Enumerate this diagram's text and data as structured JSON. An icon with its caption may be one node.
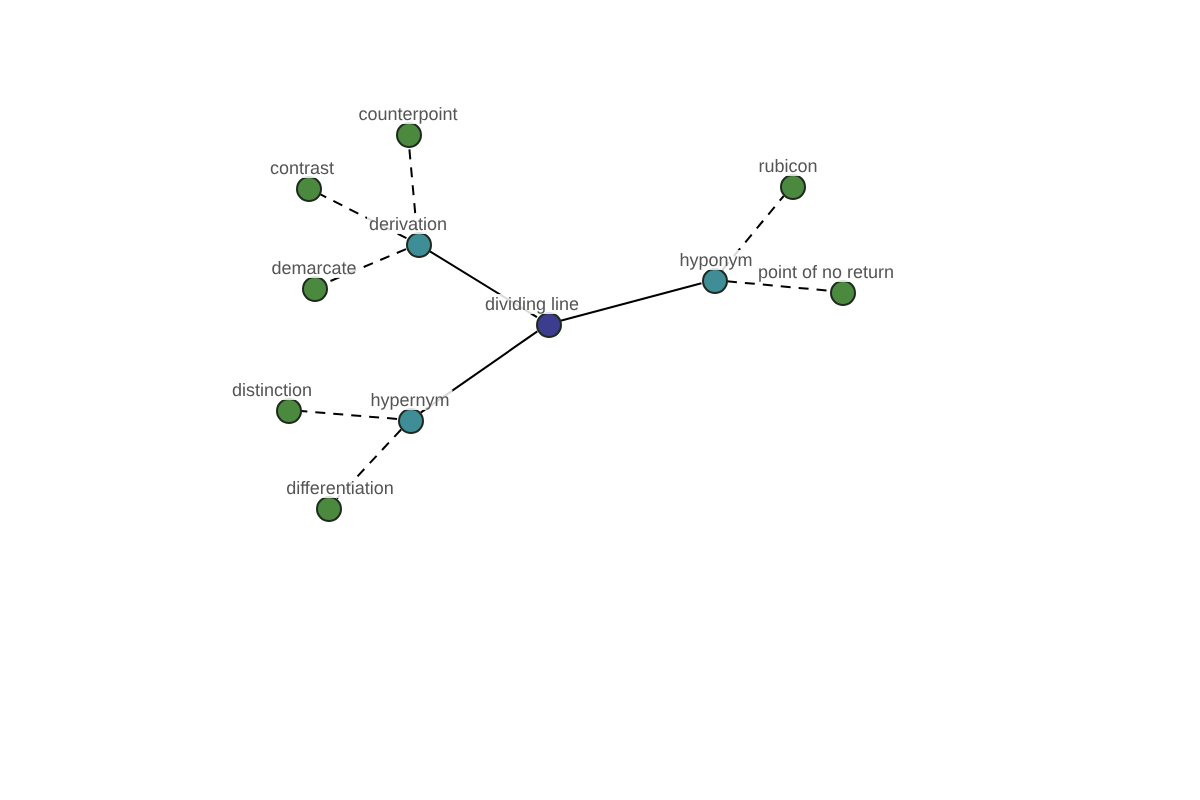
{
  "diagram": {
    "nodes": [
      {
        "text": [
          "dividing line"
        ]
      },
      {
        "text": [
          "derivation"
        ]
      },
      {
        "text": [
          "counterpoint"
        ]
      },
      {
        "text": [
          "contrast"
        ]
      },
      {
        "text": [
          "demarcate"
        ]
      },
      {
        "text": [
          "hyponym"
        ]
      },
      {
        "text": [
          "rubicon"
        ]
      },
      {
        "text": [
          "point of no return"
        ]
      },
      {
        "text": [
          "hypernym"
        ]
      },
      {
        "text": [
          "distinction"
        ]
      },
      {
        "text": [
          "differentiation"
        ]
      }
    ],
    "edges": [
      {
        "from": 0,
        "to": 1,
        "arrow": "none"
      },
      {
        "from": 1,
        "to": 2,
        "arrow": "none",
        "style": "dashed"
      },
      {
        "from": 1,
        "to": 3,
        "arrow": "none",
        "style": "dashed"
      },
      {
        "from": 1,
        "to": 4,
        "arrow": "none",
        "style": "dashed"
      },
      {
        "from": 0,
        "to": 5,
        "arrow": "none"
      },
      {
        "from": 5,
        "to": 6,
        "arrow": "none",
        "style": "dashed"
      },
      {
        "from": 5,
        "to": 7,
        "arrow": "none",
        "style": "dashed"
      },
      {
        "from": 0,
        "to": 8,
        "arrow": "none"
      },
      {
        "from": 8,
        "to": 9,
        "arrow": "none",
        "style": "dashed"
      },
      {
        "from": 8,
        "to": 10,
        "arrow": "none",
        "style": "dashed"
      }
    ]
  }
}
